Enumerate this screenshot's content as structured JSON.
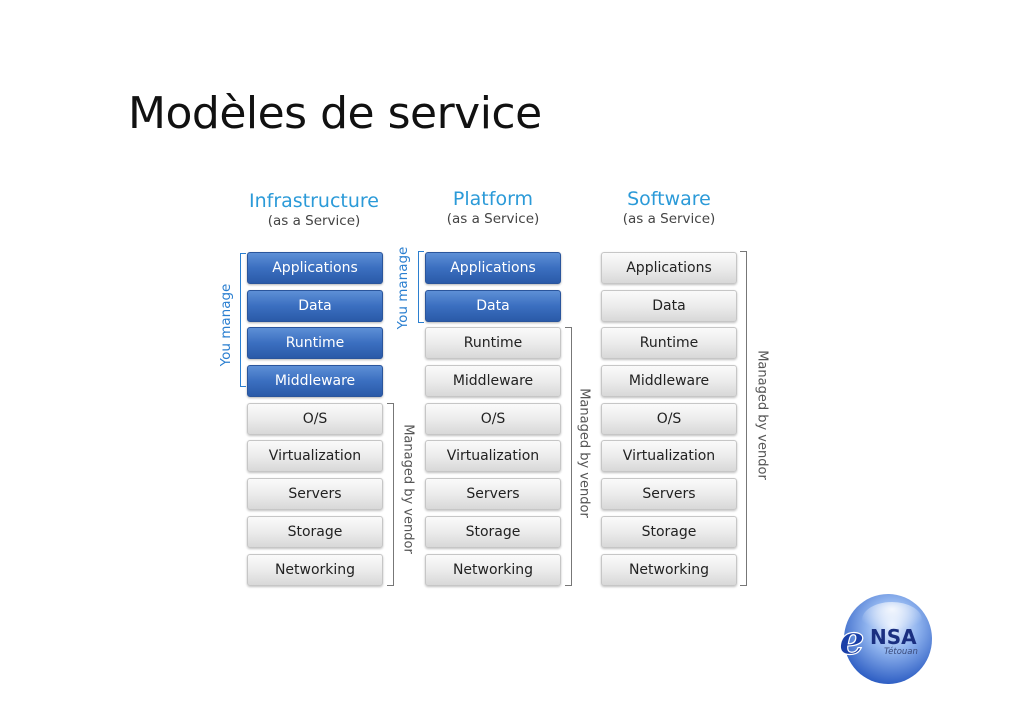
{
  "title": "Modèles de service",
  "columns": [
    {
      "heading": "Infrastructure",
      "subheading": "(as a Service)",
      "user_managed_count": 4,
      "you_manage_label": "You manage",
      "managed_by_vendor_label": "Managed by vendor",
      "layers": [
        "Applications",
        "Data",
        "Runtime",
        "Middleware",
        "O/S",
        "Virtualization",
        "Servers",
        "Storage",
        "Networking"
      ]
    },
    {
      "heading": "Platform",
      "subheading": "(as a Service)",
      "user_managed_count": 2,
      "you_manage_label": "You manage",
      "managed_by_vendor_label": "Managed by vendor",
      "layers": [
        "Applications",
        "Data",
        "Runtime",
        "Middleware",
        "O/S",
        "Virtualization",
        "Servers",
        "Storage",
        "Networking"
      ]
    },
    {
      "heading": "Software",
      "subheading": "(as a Service)",
      "user_managed_count": 0,
      "managed_by_vendor_label": "Managed by vendor",
      "layers": [
        "Applications",
        "Data",
        "Runtime",
        "Middleware",
        "O/S",
        "Virtualization",
        "Servers",
        "Storage",
        "Networking"
      ]
    }
  ],
  "colors": {
    "user_managed": "#3b6fc0",
    "vendor_managed": "#e6e6e6",
    "heading": "#2b9ad8",
    "you_manage": "#2b7fd0"
  },
  "logo": {
    "text_e": "e",
    "text_nsa": "NSA",
    "subtext": "Tétouan"
  }
}
